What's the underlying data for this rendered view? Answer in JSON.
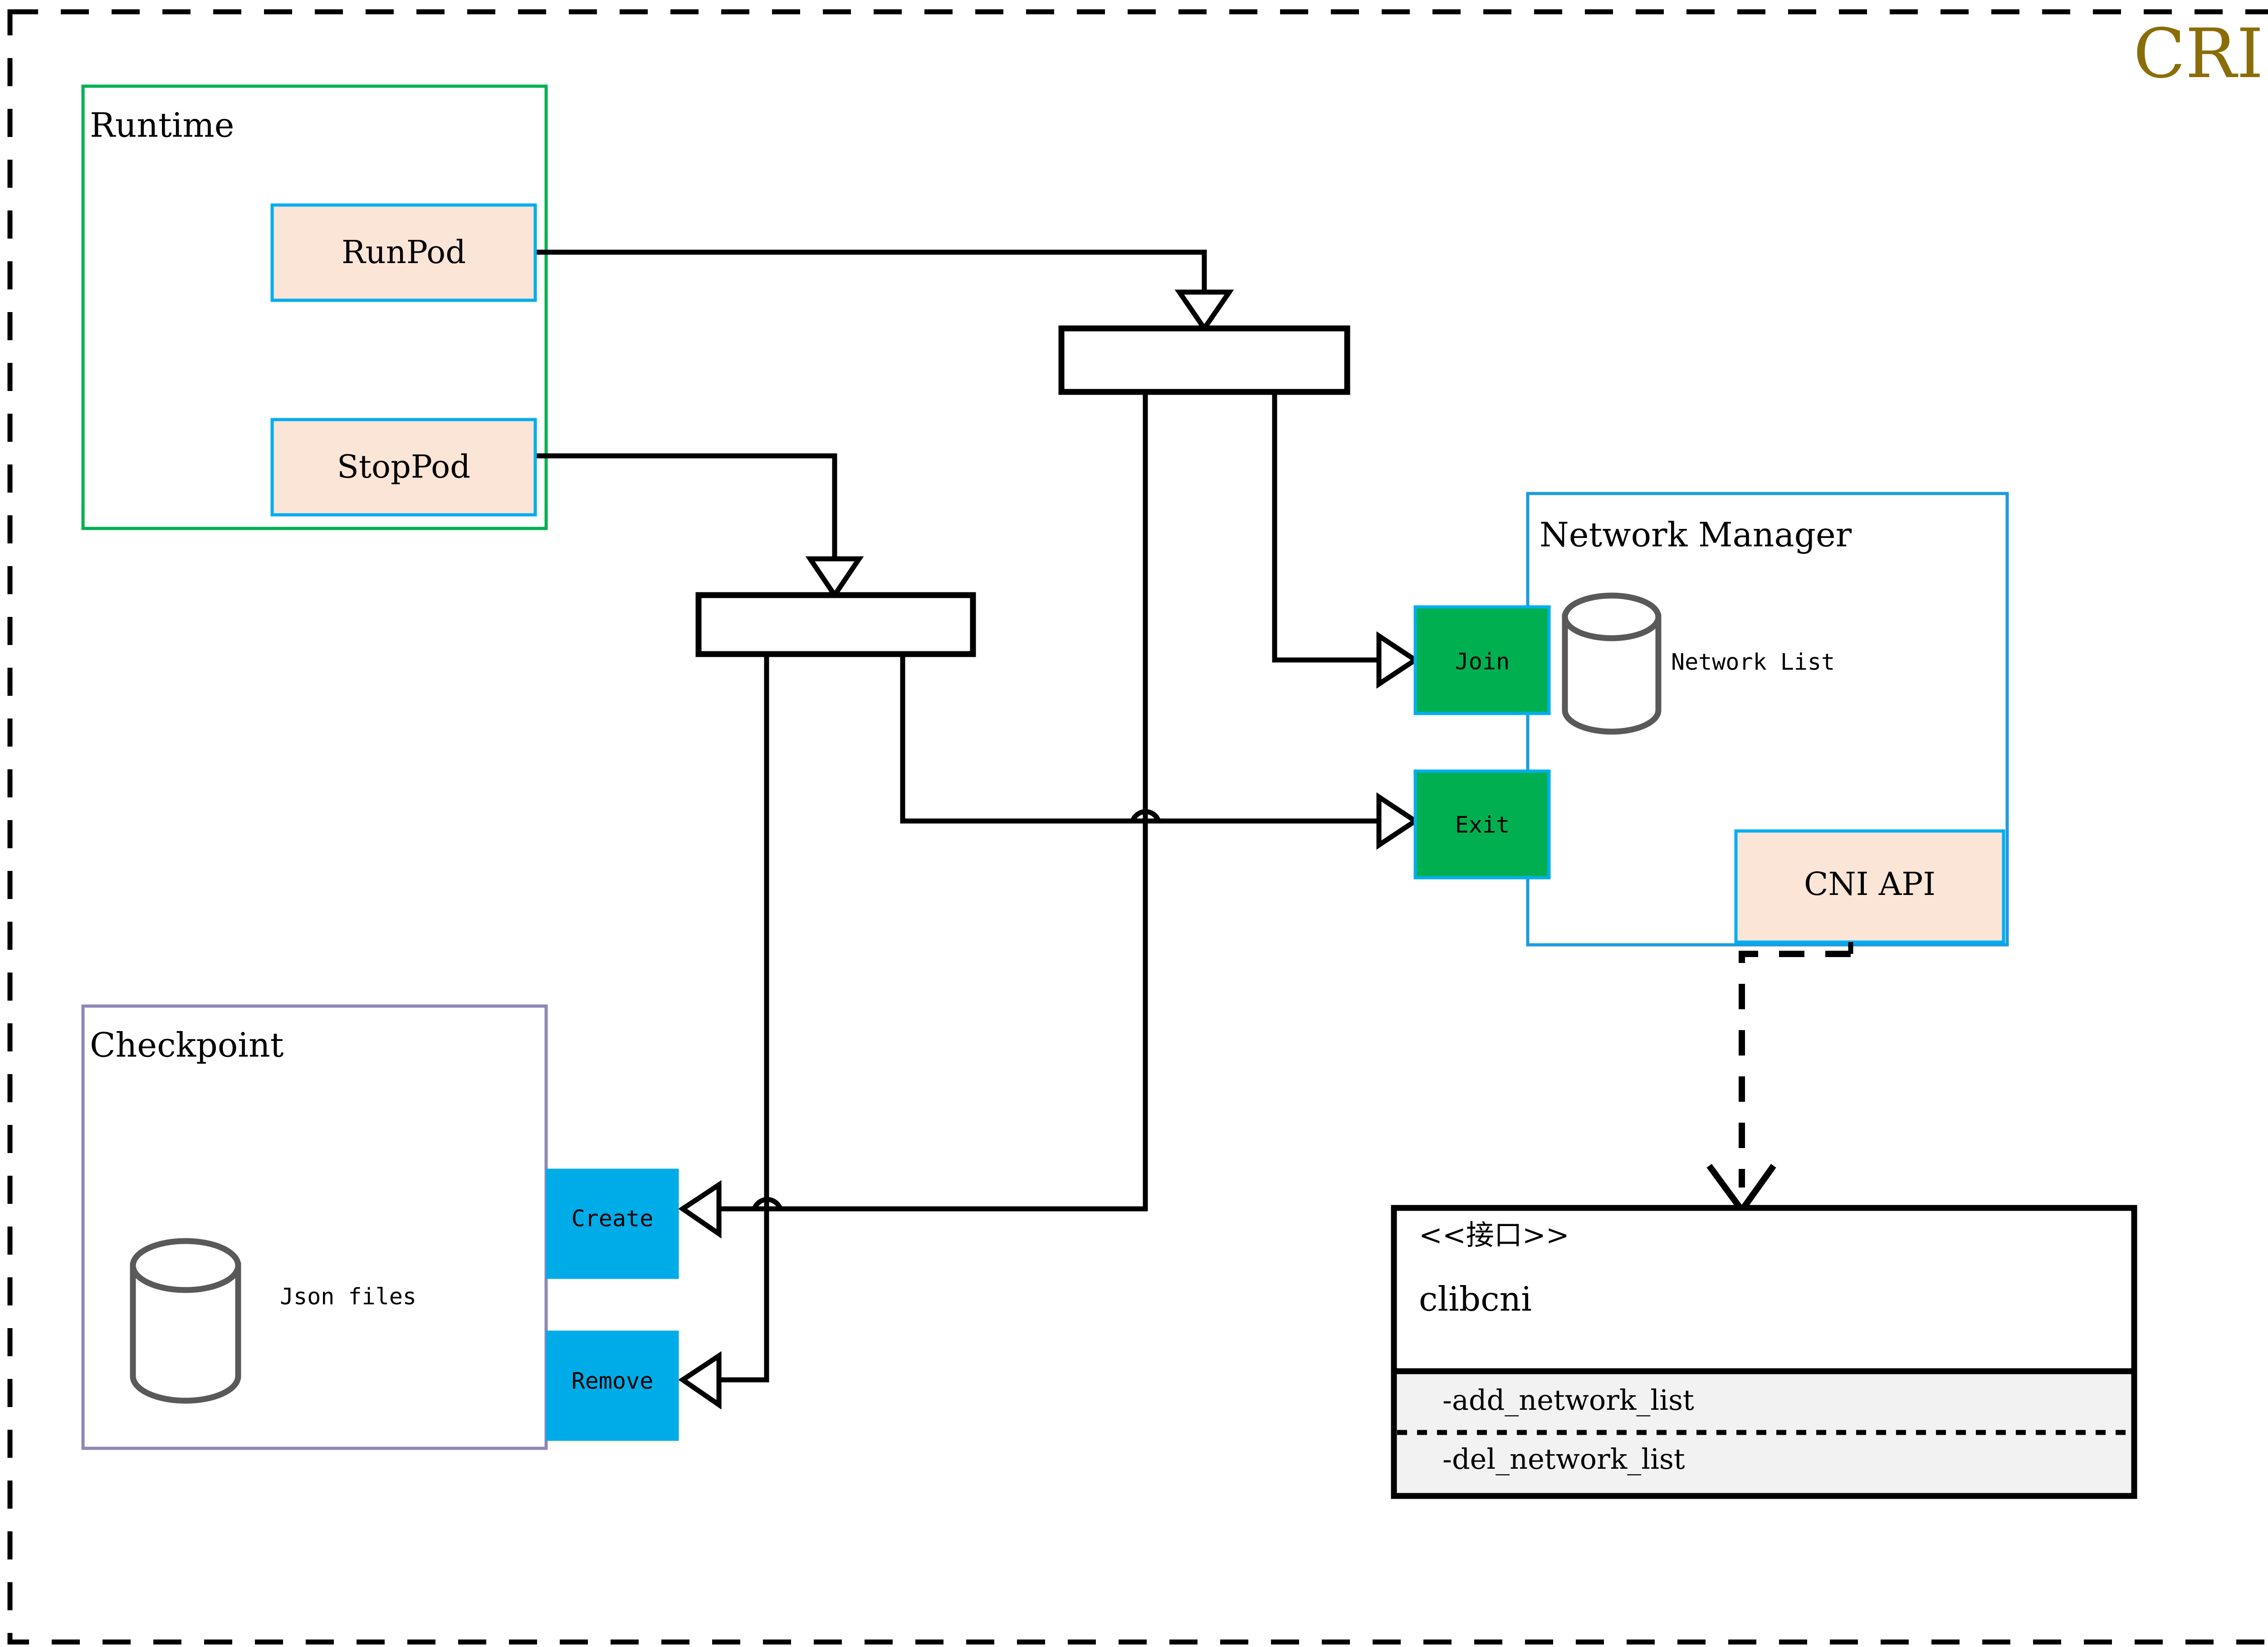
{
  "diagram": {
    "title": "CRI",
    "title_color": "#8a6d08",
    "frame": {
      "style": "dashed",
      "color": "#000000"
    },
    "groups": [
      {
        "id": "runtime",
        "label": "Runtime",
        "border_color": "#00b050",
        "fill": "#ffffff"
      },
      {
        "id": "checkpoint",
        "label": "Checkpoint",
        "border_color": "#8f87b5",
        "fill": "#ffffff"
      },
      {
        "id": "network-manager",
        "label": "Network Manager",
        "border_color": "#1e9ce0",
        "fill": "#ffffff"
      }
    ],
    "operations": [
      {
        "id": "runpod",
        "label": "RunPod",
        "fill": "#fbe5d6",
        "border_color": "#00aeef",
        "group": "runtime"
      },
      {
        "id": "stoppod",
        "label": "StopPod",
        "fill": "#fbe5d6",
        "border_color": "#00aeef",
        "group": "runtime"
      },
      {
        "id": "cni-api",
        "label": "CNI API",
        "fill": "#fbe5d6",
        "border_color": "#00aeef",
        "group": "network-manager"
      },
      {
        "id": "join",
        "label": "Join",
        "fill": "#00b050",
        "border_color": "#00aeef",
        "group": "network-manager"
      },
      {
        "id": "exit",
        "label": "Exit",
        "fill": "#00b050",
        "border_color": "#00aeef",
        "group": "network-manager"
      },
      {
        "id": "create",
        "label": "Create",
        "fill": "#00ace8",
        "border_color": "#00ace8",
        "group": "checkpoint"
      },
      {
        "id": "remove",
        "label": "Remove",
        "fill": "#00ace8",
        "border_color": "#00ace8",
        "group": "checkpoint"
      }
    ],
    "datastores": [
      {
        "id": "network-list",
        "label": "Network List",
        "group": "network-manager",
        "stroke": "#595959"
      },
      {
        "id": "json-files",
        "label": "Json files",
        "group": "checkpoint",
        "stroke": "#595959"
      }
    ],
    "interface": {
      "stereotype": "<<接口>>",
      "name": "clibcni",
      "methods": [
        "-add_network_list",
        "-del_network_list"
      ],
      "compartment_fill": "#f2f2f2",
      "border_color": "#000000"
    },
    "junctions": [
      {
        "id": "fork-runpod",
        "label": ""
      },
      {
        "id": "fork-stoppod",
        "label": ""
      }
    ]
  }
}
